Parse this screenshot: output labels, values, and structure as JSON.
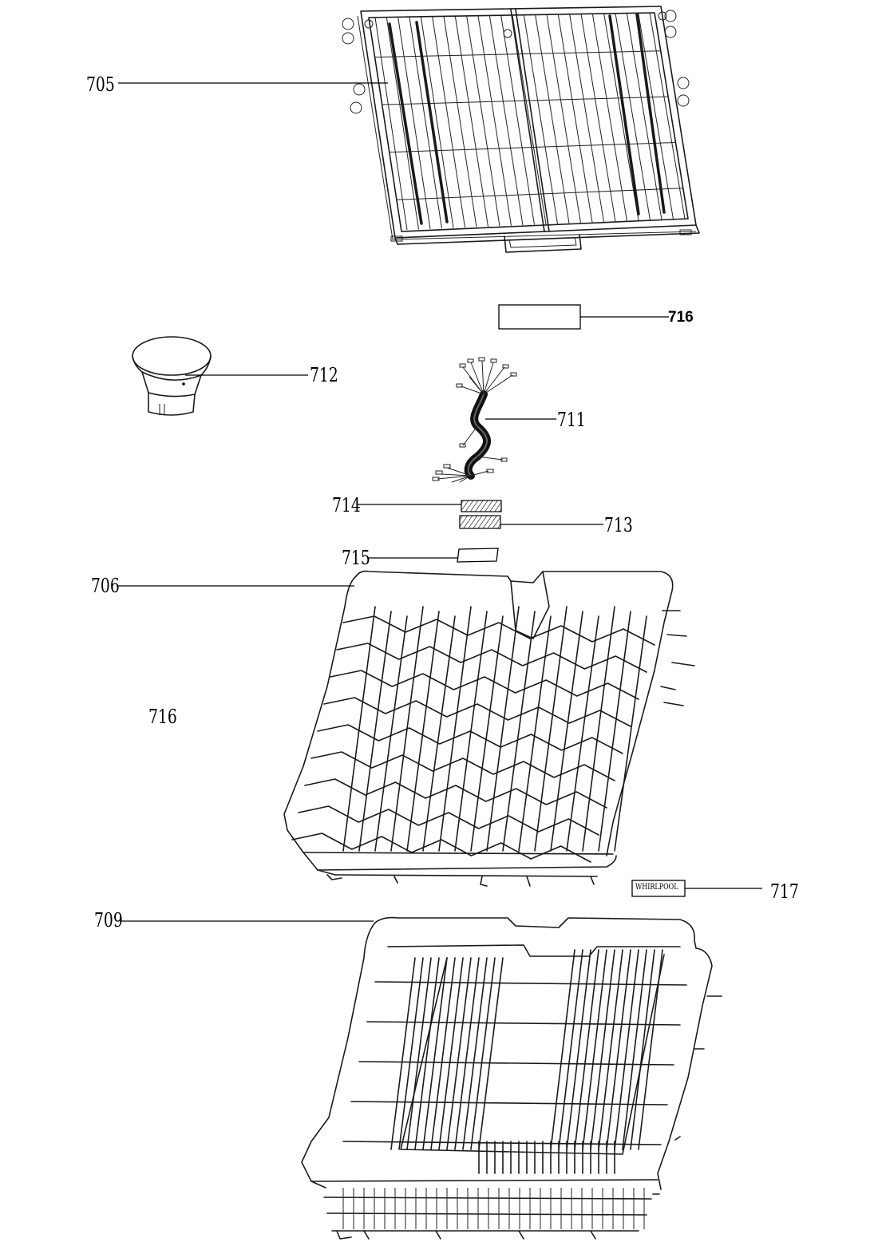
{
  "callouts": {
    "c705": "705",
    "c716_top": "716",
    "c712": "712",
    "c711": "711",
    "c714": "714",
    "c713": "713",
    "c715": "715",
    "c706": "706",
    "c716_left": "716",
    "c709": "709",
    "c717": "717"
  },
  "labels": {
    "rating_plate_text": "WHIRLPOOL"
  },
  "parts": [
    {
      "ref": "705",
      "icon": "cutlery-tray-icon"
    },
    {
      "ref": "716",
      "icon": "label-rectangle-icon"
    },
    {
      "ref": "712",
      "icon": "funnel-icon"
    },
    {
      "ref": "711",
      "icon": "wire-harness-icon"
    },
    {
      "ref": "714",
      "icon": "hatched-tag-icon"
    },
    {
      "ref": "713",
      "icon": "hatched-tag-icon"
    },
    {
      "ref": "715",
      "icon": "tag-icon"
    },
    {
      "ref": "706",
      "icon": "upper-basket-icon"
    },
    {
      "ref": "709",
      "icon": "lower-basket-icon"
    },
    {
      "ref": "717",
      "icon": "brand-badge-icon"
    }
  ]
}
